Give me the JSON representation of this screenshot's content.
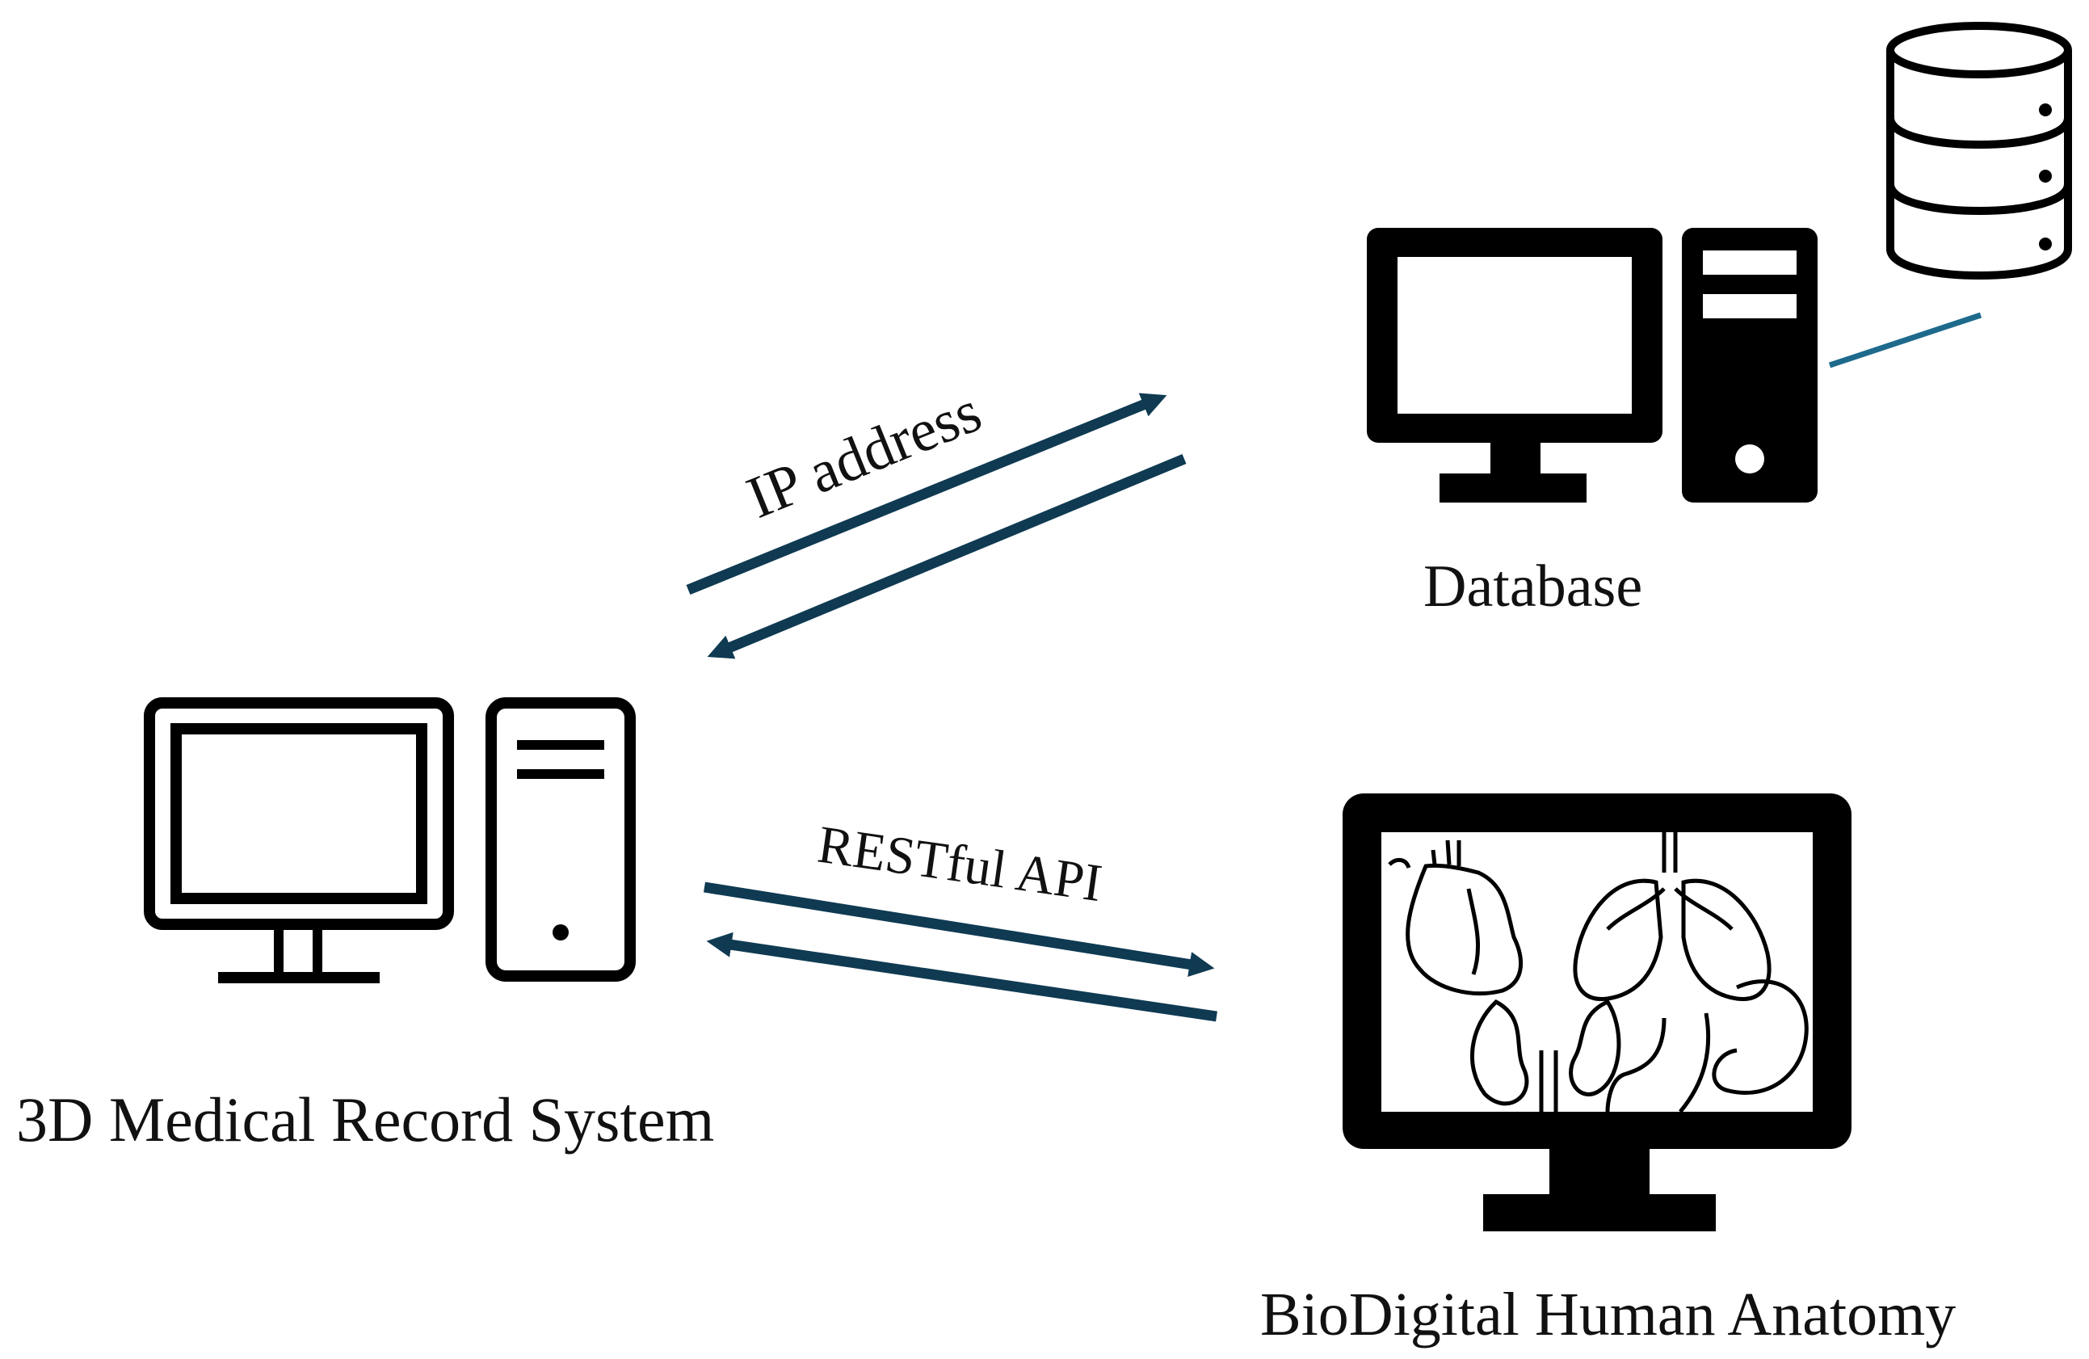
{
  "nodes": {
    "client": {
      "label": "3D Medical Record System",
      "icon": "desktop-computer-icon"
    },
    "database": {
      "label": "Database",
      "icon": "desktop-computer-icon",
      "storage_icon": "database-cylinder-icon"
    },
    "anatomy": {
      "label": "BioDigital Human Anatomy",
      "icon": "anatomy-monitor-icon"
    }
  },
  "edges": {
    "top": {
      "label": "IP address"
    },
    "bottom": {
      "label": "RESTful API"
    }
  },
  "colors": {
    "arrow": "#0f3a52",
    "link": "#1d6a8c",
    "icon": "#000000"
  }
}
